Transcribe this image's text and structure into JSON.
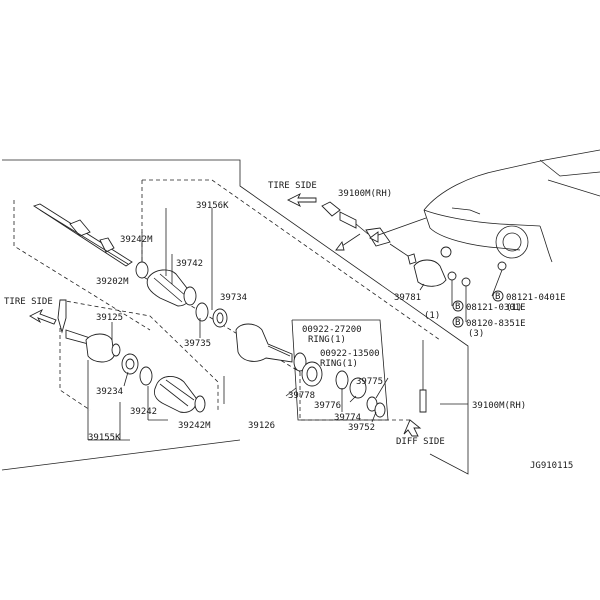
{
  "labels": {
    "tire_side_top": "TIRE SIDE",
    "tire_side_left": "TIRE SIDE",
    "diff_side": "DIFF SIDE",
    "p39100m_rh_top": "39100M(RH)",
    "p39100m_rh_right": "39100M(RH)",
    "p39156k": "39156K",
    "p39242m_a": "39242M",
    "p39742": "39742",
    "p39202m": "39202M",
    "p39734": "39734",
    "p39735": "39735",
    "p39125": "39125",
    "p39234": "39234",
    "p39242": "39242",
    "p39242m_b": "39242M",
    "p39155k": "39155K",
    "p39126": "39126",
    "p00922_27200": "00922-27200",
    "ring1_a": "RING(1)",
    "p00922_13500": "00922-13500",
    "ring1_b": "RING(1)",
    "p39775": "39775",
    "p39778": "39778",
    "p39776": "39776",
    "p39774": "39774",
    "p39752": "39752",
    "p39781": "39781",
    "p08121_0301e": "08121-0301E",
    "qty1_a": "(1)",
    "p08121_0401e": "08121-0401E",
    "qty1_b": "(1)",
    "p08120_8351e": "08120-8351E",
    "qty3": "(3)",
    "bolt_b": "B",
    "code": "JG910115"
  }
}
